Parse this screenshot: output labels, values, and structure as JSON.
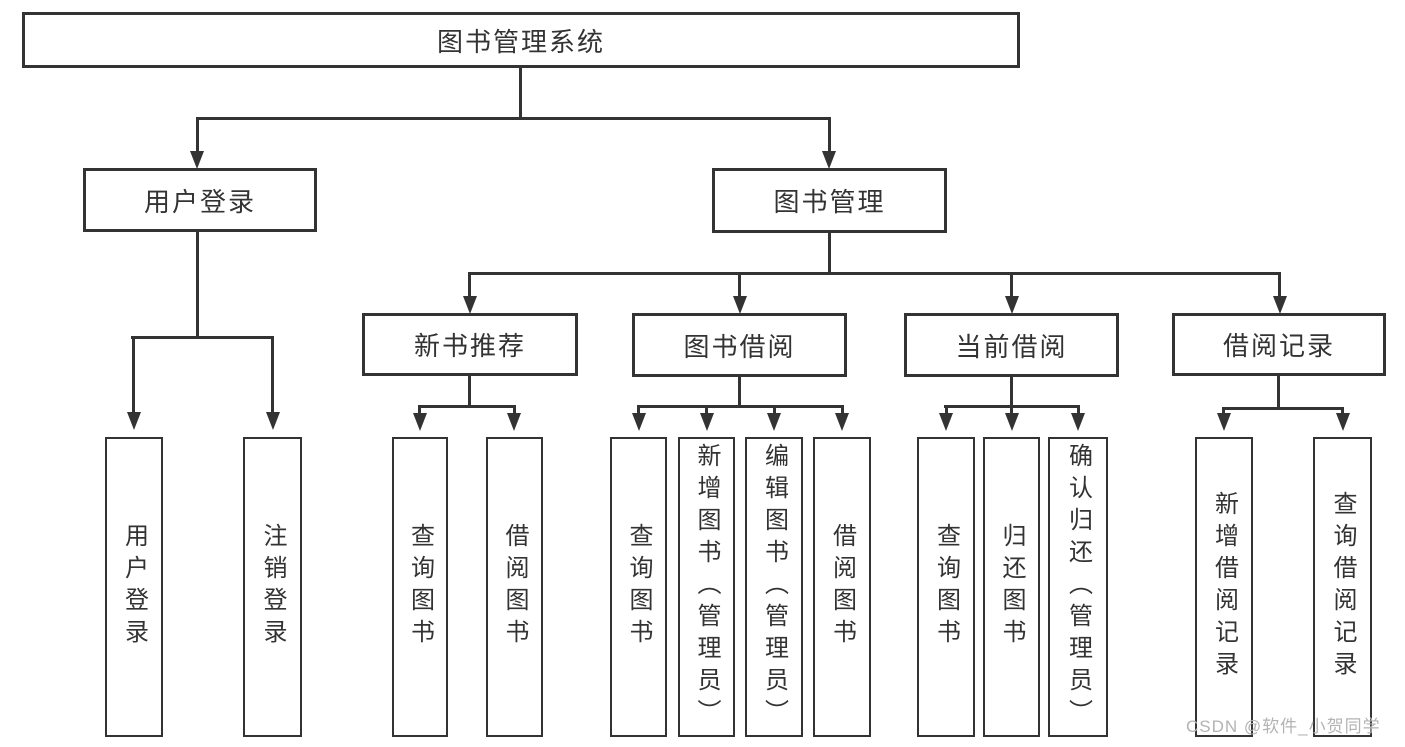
{
  "tree": {
    "root": {
      "label": "图书管理系统"
    },
    "branches": [
      {
        "label": "用户登录",
        "children": [
          {
            "label": "用户登录"
          },
          {
            "label": "注销登录"
          }
        ]
      },
      {
        "label": "图书管理",
        "children": [
          {
            "label": "新书推荐",
            "children": [
              {
                "label": "查询图书"
              },
              {
                "label": "借阅图书"
              }
            ]
          },
          {
            "label": "图书借阅",
            "children": [
              {
                "label": "查询图书"
              },
              {
                "label": "新增图书（管理员）"
              },
              {
                "label": "编辑图书（管理员）"
              },
              {
                "label": "借阅图书"
              }
            ]
          },
          {
            "label": "当前借阅",
            "children": [
              {
                "label": "查询图书"
              },
              {
                "label": "归还图书"
              },
              {
                "label": "确认归还（管理员）"
              }
            ]
          },
          {
            "label": "借阅记录",
            "children": [
              {
                "label": "新增借阅记录"
              },
              {
                "label": "查询借阅记录"
              }
            ]
          }
        ]
      }
    ]
  },
  "watermark": {
    "text": "CSDN @软件_小贺同学"
  },
  "colors": {
    "line": "#333333",
    "text": "#333333",
    "watermark": "#b3b3b6",
    "background": "#ffffff"
  }
}
